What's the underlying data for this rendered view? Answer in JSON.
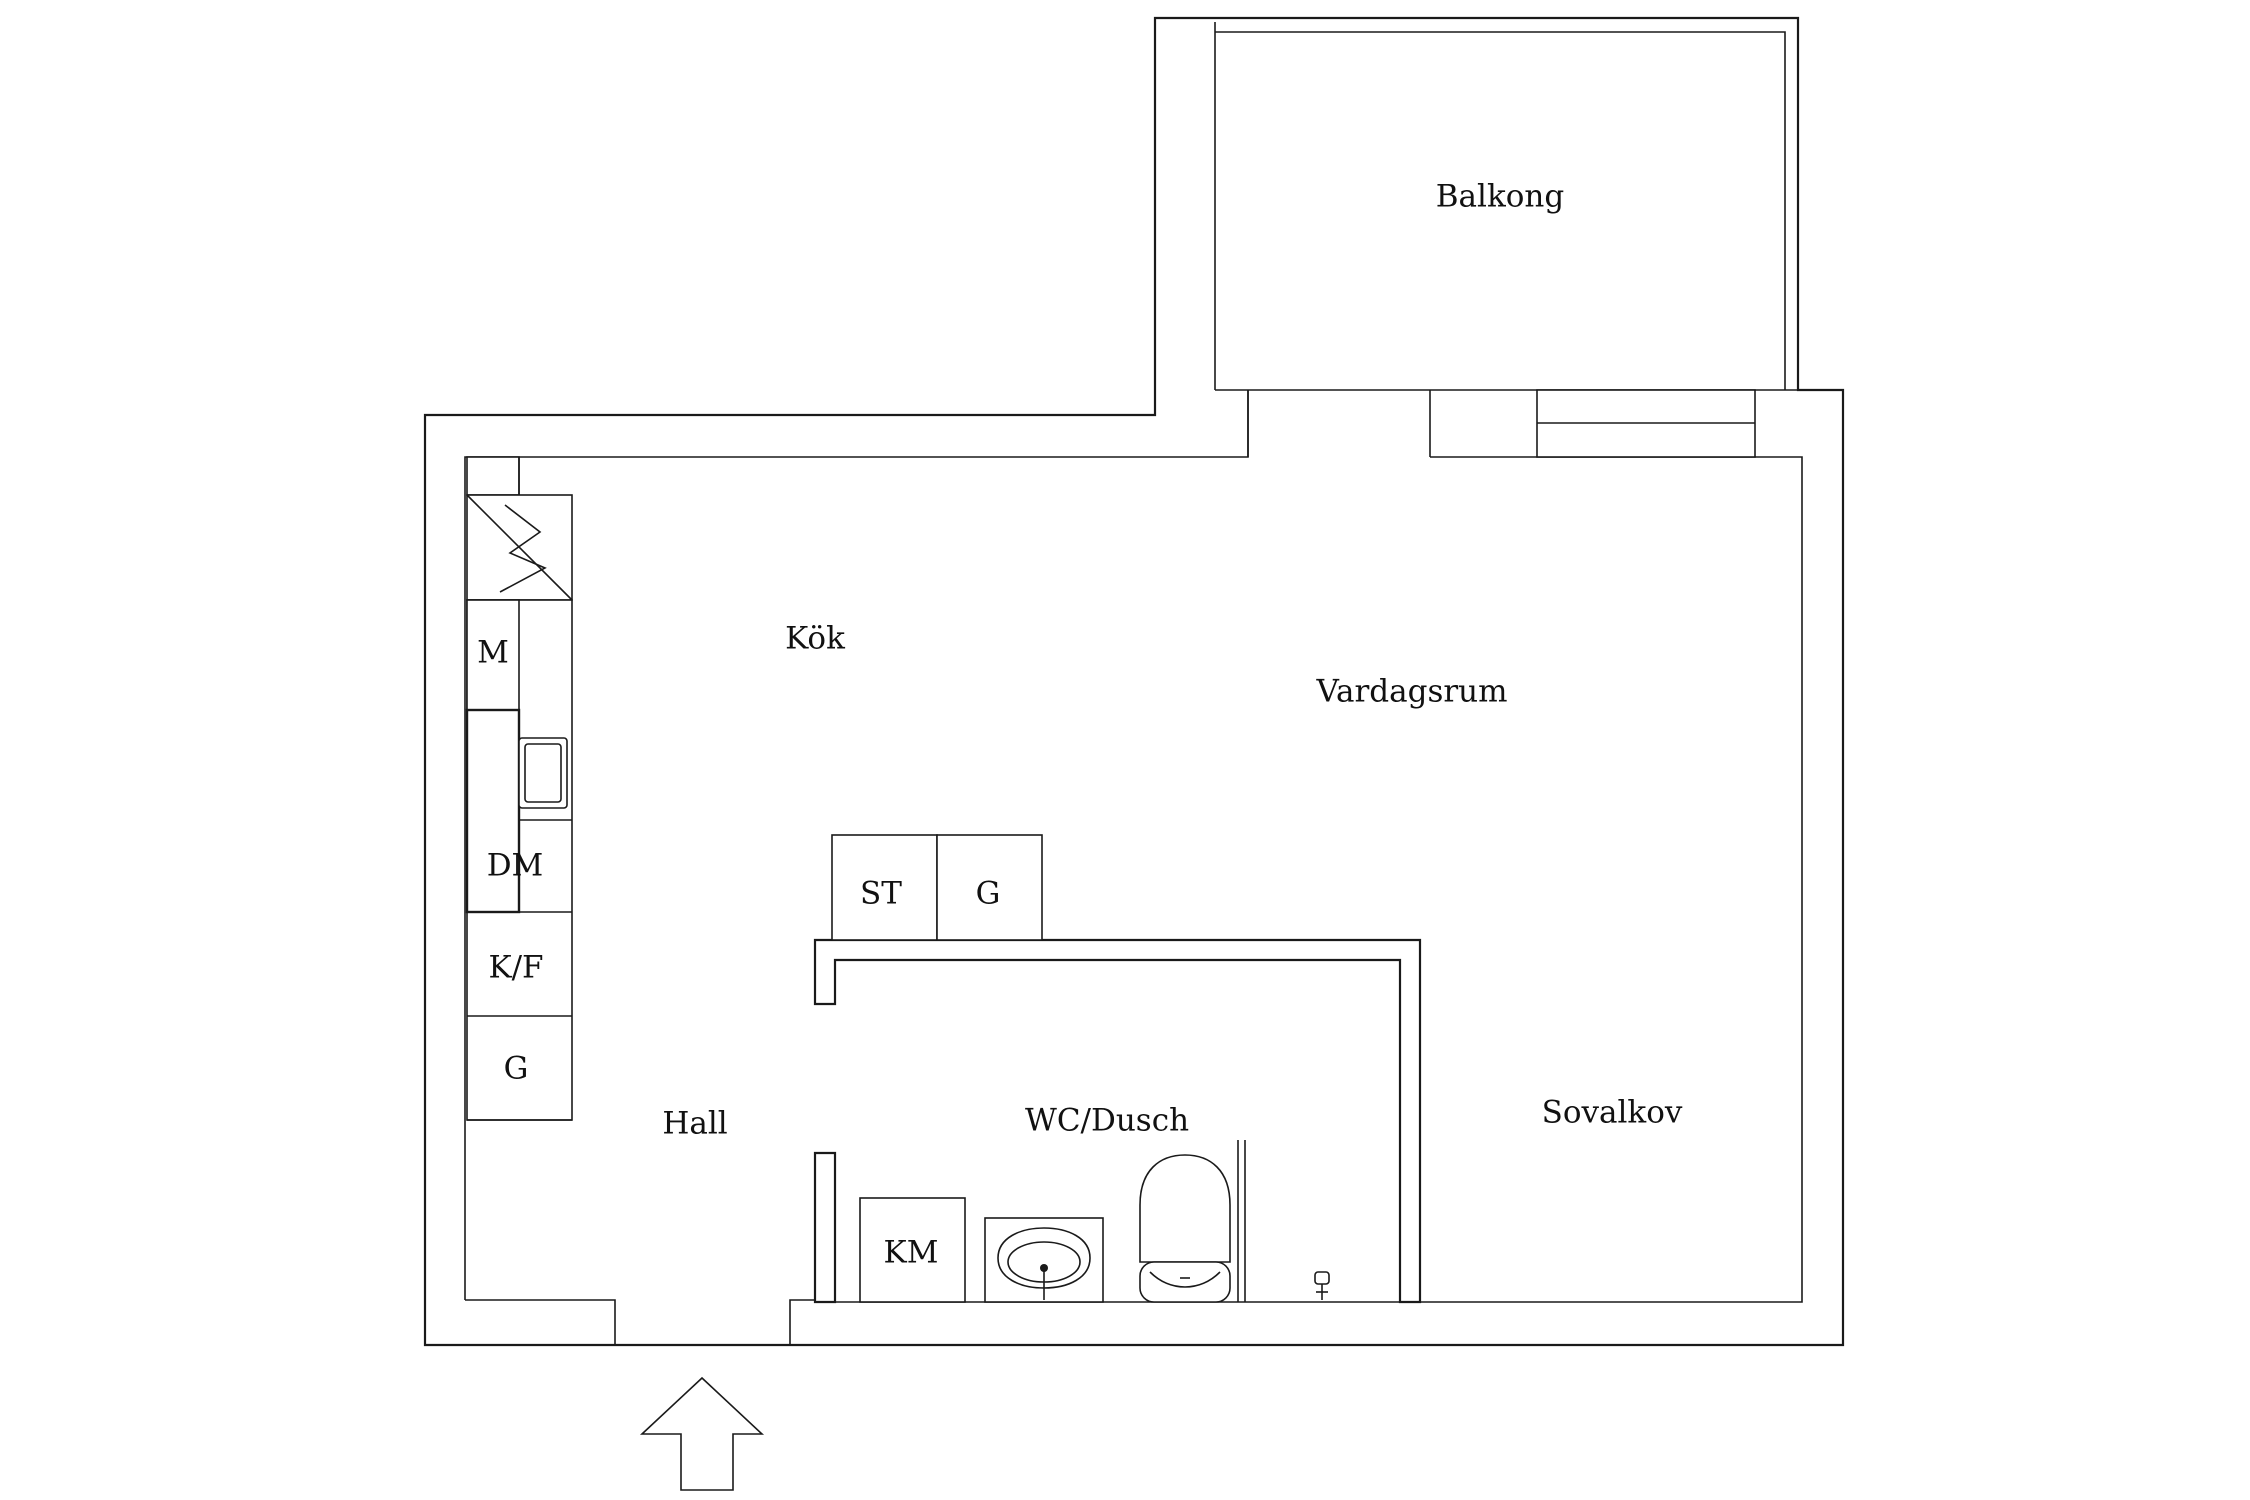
{
  "rooms": {
    "balkong": "Balkong",
    "kok": "Kök",
    "vardagsrum": "Vardagsrum",
    "hall": "Hall",
    "wc_dusch": "WC/Dusch",
    "sovalkov": "Sovalkov"
  },
  "fixtures": {
    "microwave": "M",
    "dishwasher": "DM",
    "fridge_freezer": "K/F",
    "kitchen_cabinet": "G",
    "storage": "ST",
    "wardrobe": "G",
    "washing_machine": "KM"
  },
  "entrance": {
    "icon": "entrance-arrow-icon"
  },
  "colors": {
    "line": "#1a1a1a",
    "background": "#ffffff"
  }
}
